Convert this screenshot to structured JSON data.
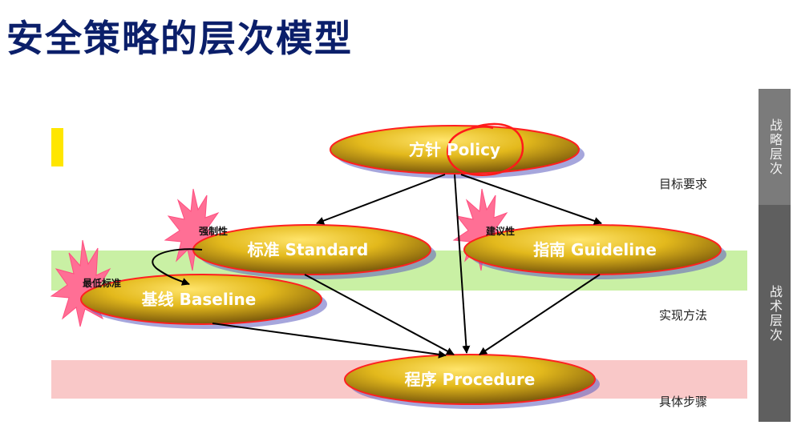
{
  "title": "安全策略的层次模型",
  "nodes": {
    "policy": "方针 Policy",
    "standard": "标准 Standard",
    "guideline": "指南 Guideline",
    "baseline": "基线 Baseline",
    "procedure": "程序 Procedure"
  },
  "tags": {
    "mandatory": "强制性",
    "advisory": "建议性",
    "minimum": "最低标准"
  },
  "levels": {
    "goal": "目标要求",
    "method": "实现方法",
    "steps": "具体步骤"
  },
  "side": {
    "strategic": "战略层次",
    "tactical": "战术层次"
  },
  "colors": {
    "title": "#0b1f6a",
    "node_fill": "#e3b91c",
    "node_outline": "#ff2020",
    "green_band": "#c9f0a4",
    "pink_band": "#f9c8c8",
    "starburst": "#ff6f95"
  }
}
